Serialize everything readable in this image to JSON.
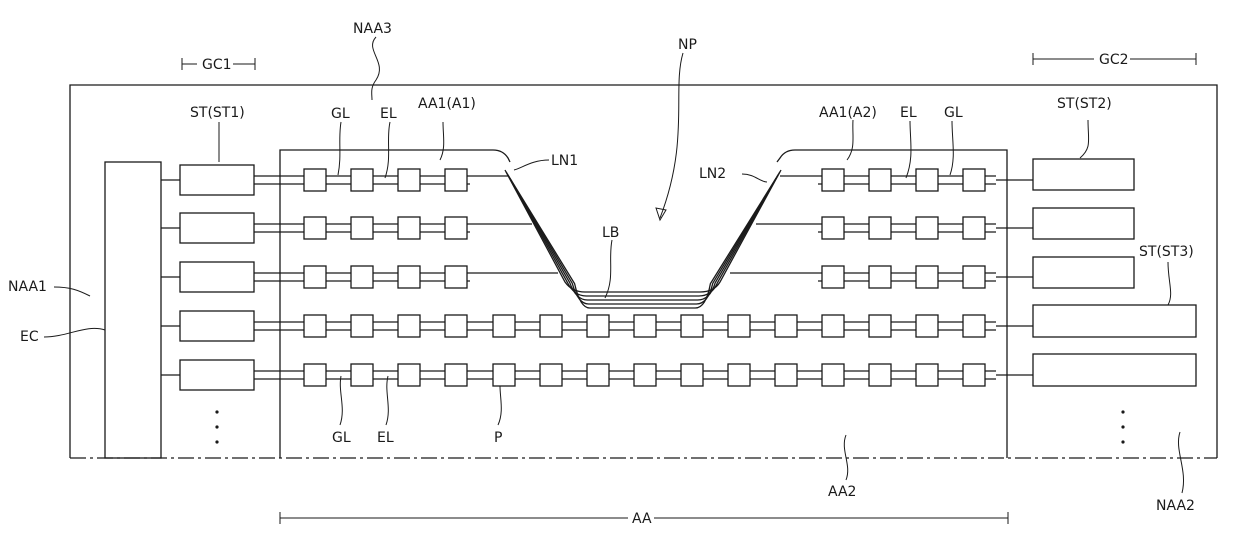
{
  "figure": {
    "labels": {
      "gc1": "GC1",
      "gc2": "GC2",
      "naa3": "NAA3",
      "np": "NP",
      "st_st1": "ST(ST1)",
      "st_st2": "ST(ST2)",
      "st_st3": "ST(ST3)",
      "gl_top_left": "GL",
      "el_top_left": "EL",
      "aa1_a1": "AA1(A1)",
      "aa1_a2": "AA1(A2)",
      "el_top_right": "EL",
      "gl_top_right": "GL",
      "ln1": "LN1",
      "ln2": "LN2",
      "lb": "LB",
      "naa1": "NAA1",
      "ec": "EC",
      "gl_bottom": "GL",
      "el_bottom": "EL",
      "p": "P",
      "aa2": "AA2",
      "aa": "AA",
      "naa2": "NAA2"
    }
  }
}
